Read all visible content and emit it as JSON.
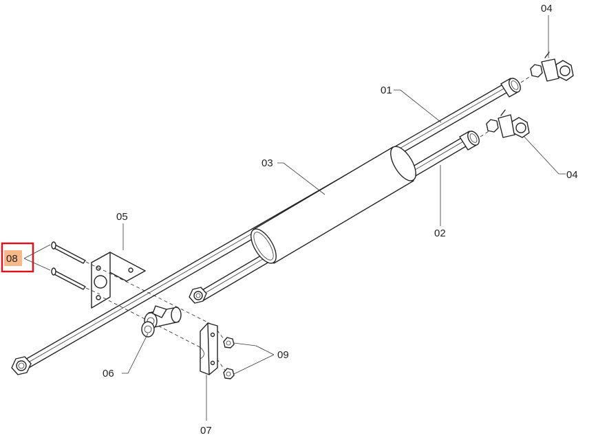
{
  "diagram": {
    "labels": {
      "l01": "01",
      "l02": "02",
      "l03": "03",
      "l04a": "04",
      "l04b": "04",
      "l05": "05",
      "l06": "06",
      "l07": "07",
      "l08": "08",
      "l09": "09"
    },
    "highlight": {
      "label_fill": "#f7b98a",
      "box_stroke": "#d9141c"
    },
    "line_color": "#222222"
  }
}
